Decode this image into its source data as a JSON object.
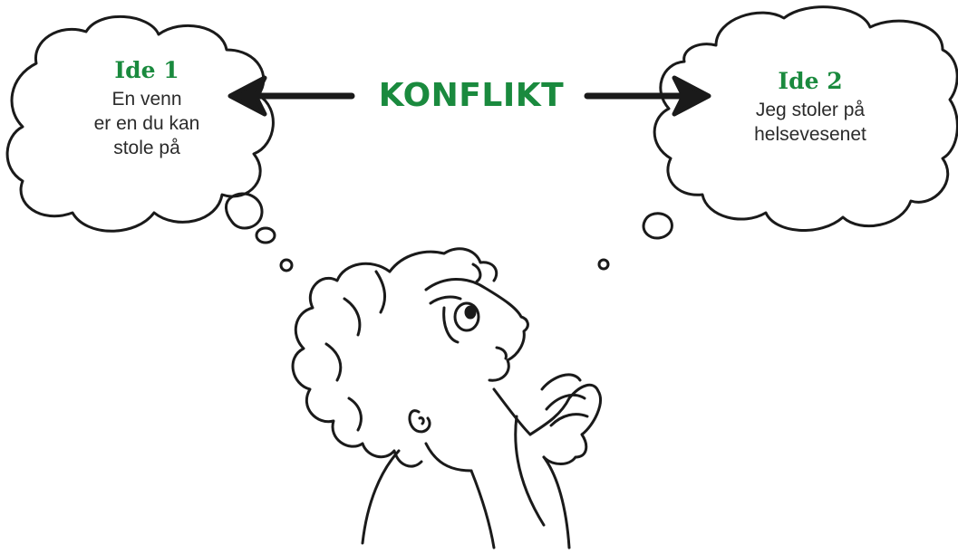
{
  "colors": {
    "accent_green": "#1a8a3e",
    "body_text": "#2b2b2b",
    "line_art": "#1a1a1a",
    "background": "#ffffff"
  },
  "conflict": {
    "label": "KONFLIKT"
  },
  "idea_left": {
    "title": "Ide 1",
    "lines": [
      "En venn",
      "er en du kan",
      "stole på"
    ]
  },
  "idea_right": {
    "title": "Ide 2",
    "lines": [
      "Jeg stoler på",
      "helsevesenet"
    ]
  },
  "icons": {
    "left_arrow": "arrow-left-icon",
    "right_arrow": "arrow-right-icon",
    "person": "thinking-boy-illustration"
  }
}
